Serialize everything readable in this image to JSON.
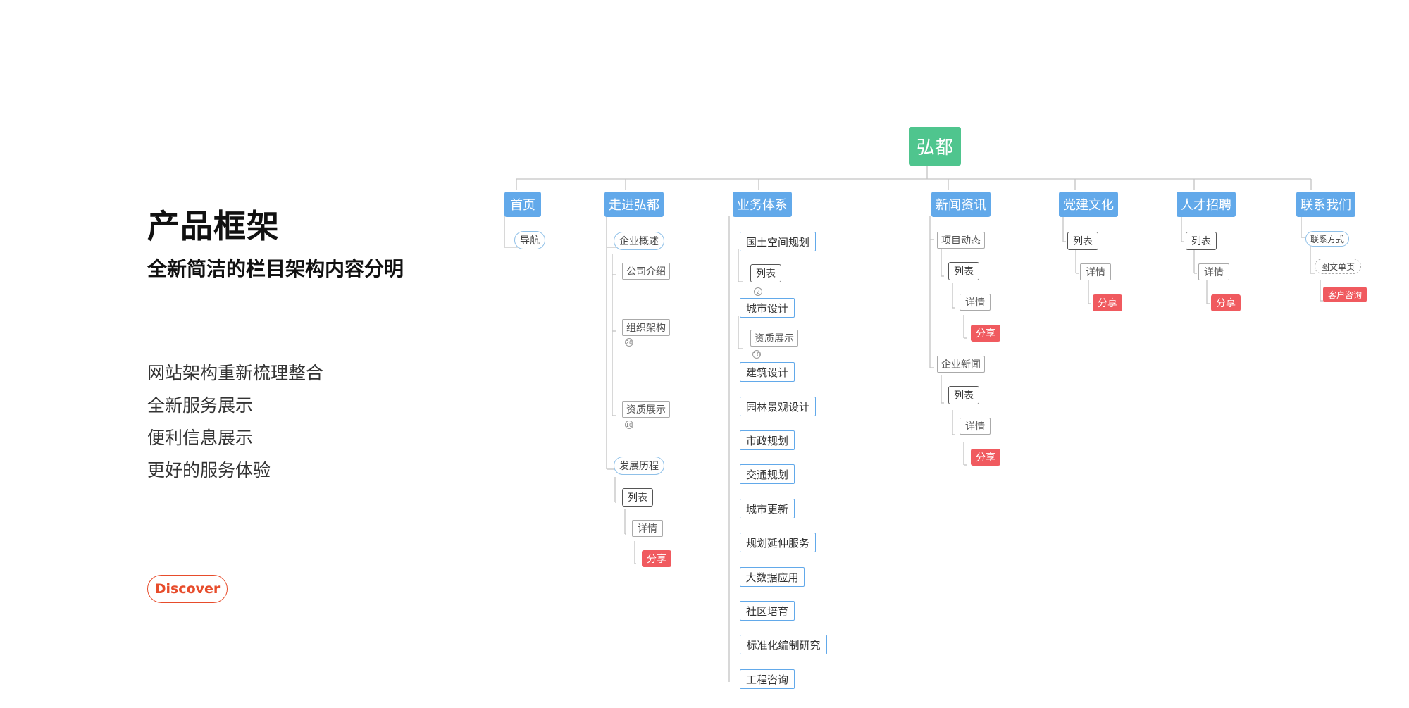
{
  "intro": {
    "title": "产品框架",
    "subtitle": "全新简洁的栏目架构内容分明",
    "features": [
      "网站架构重新梳理整合",
      "全新服务展示",
      "便利信息展示",
      "更好的服务体验"
    ],
    "discover_label": "Discover"
  },
  "colors": {
    "root": "#4fc58e",
    "level1": "#62a9ea",
    "share": "#f05a5f",
    "discover": "#e74c2b"
  },
  "tree": {
    "root": "弘都",
    "columns": [
      {
        "label": "首页",
        "children": [
          {
            "label": "导航",
            "style": "pill"
          }
        ]
      },
      {
        "label": "走进弘都",
        "children": [
          {
            "label": "企业概述",
            "style": "pill",
            "children": [
              {
                "label": "公司介绍",
                "style": "gray"
              },
              {
                "label": "组织架构",
                "style": "gray",
                "badge": "20"
              },
              {
                "label": "资质展示",
                "style": "gray",
                "badge": "10"
              }
            ]
          },
          {
            "label": "发展历程",
            "style": "pill",
            "children": [
              {
                "label": "列表",
                "style": "dark",
                "children": [
                  {
                    "label": "详情",
                    "style": "gray",
                    "children": [
                      {
                        "label": "分享",
                        "style": "red"
                      }
                    ]
                  }
                ]
              }
            ]
          }
        ]
      },
      {
        "label": "业务体系",
        "children": [
          {
            "label": "国土空间规划",
            "style": "l2",
            "children": [
              {
                "label": "列表",
                "style": "dark",
                "badge": "2"
              }
            ]
          },
          {
            "label": "城市设计",
            "style": "l2",
            "children": [
              {
                "label": "资质展示",
                "style": "gray",
                "badge": "10"
              }
            ]
          },
          {
            "label": "建筑设计",
            "style": "l2"
          },
          {
            "label": "园林景观设计",
            "style": "l2"
          },
          {
            "label": "市政规划",
            "style": "l2"
          },
          {
            "label": "交通规划",
            "style": "l2"
          },
          {
            "label": "城市更新",
            "style": "l2"
          },
          {
            "label": "规划延伸服务",
            "style": "l2"
          },
          {
            "label": "大数据应用",
            "style": "l2"
          },
          {
            "label": "社区培育",
            "style": "l2"
          },
          {
            "label": "标准化编制研究",
            "style": "l2"
          },
          {
            "label": "工程咨询",
            "style": "l2"
          }
        ]
      },
      {
        "label": "新闻资讯",
        "children": [
          {
            "label": "项目动态",
            "style": "gray",
            "children": [
              {
                "label": "列表",
                "style": "dark",
                "children": [
                  {
                    "label": "详情",
                    "style": "gray",
                    "children": [
                      {
                        "label": "分享",
                        "style": "red"
                      }
                    ]
                  }
                ]
              }
            ]
          },
          {
            "label": "企业新闻",
            "style": "gray",
            "children": [
              {
                "label": "列表",
                "style": "dark",
                "children": [
                  {
                    "label": "详情",
                    "style": "gray",
                    "children": [
                      {
                        "label": "分享",
                        "style": "red"
                      }
                    ]
                  }
                ]
              }
            ]
          }
        ]
      },
      {
        "label": "党建文化",
        "children": [
          {
            "label": "列表",
            "style": "dark",
            "children": [
              {
                "label": "详情",
                "style": "gray",
                "children": [
                  {
                    "label": "分享",
                    "style": "red"
                  }
                ]
              }
            ]
          }
        ]
      },
      {
        "label": "人才招聘",
        "children": [
          {
            "label": "列表",
            "style": "dark",
            "children": [
              {
                "label": "详情",
                "style": "gray",
                "children": [
                  {
                    "label": "分享",
                    "style": "red"
                  }
                ]
              }
            ]
          }
        ]
      },
      {
        "label": "联系我们",
        "children": [
          {
            "label": "联系方式",
            "style": "pill",
            "children": [
              {
                "label": "图文单页",
                "style": "pill-dash",
                "children": [
                  {
                    "label": "客户咨询",
                    "style": "red"
                  }
                ]
              }
            ]
          }
        ]
      }
    ]
  }
}
